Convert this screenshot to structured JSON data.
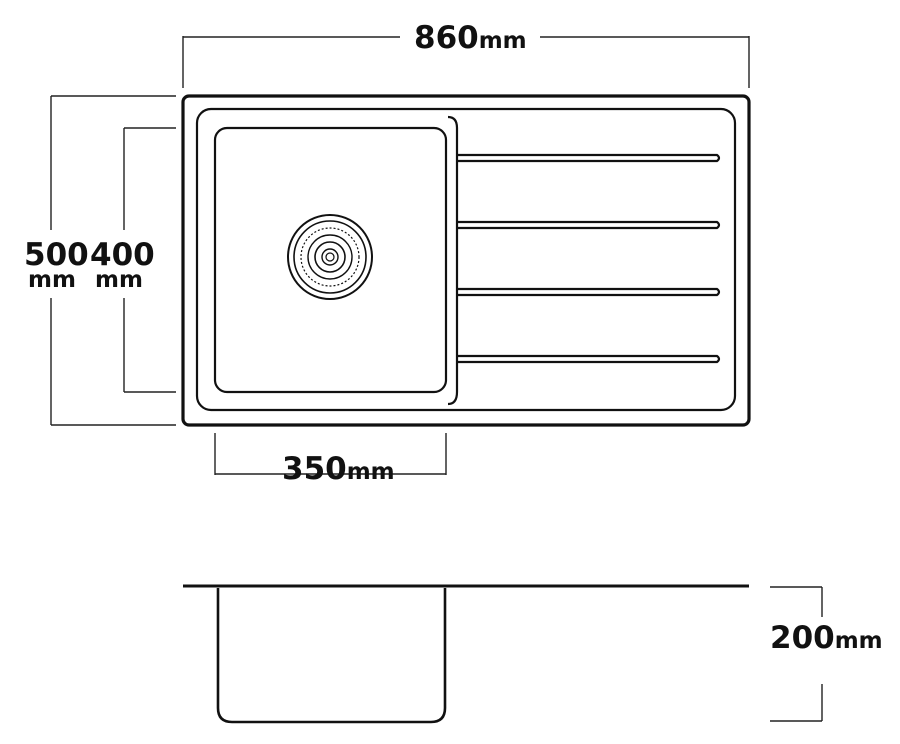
{
  "dimensions": {
    "overall_width": {
      "value": "860",
      "unit": "mm"
    },
    "overall_depth": {
      "value": "500",
      "unit": "mm"
    },
    "bowl_length": {
      "value": "400",
      "unit": "mm"
    },
    "bowl_width": {
      "value": "350",
      "unit": "mm"
    },
    "bowl_height": {
      "value": "200",
      "unit": "mm"
    }
  }
}
